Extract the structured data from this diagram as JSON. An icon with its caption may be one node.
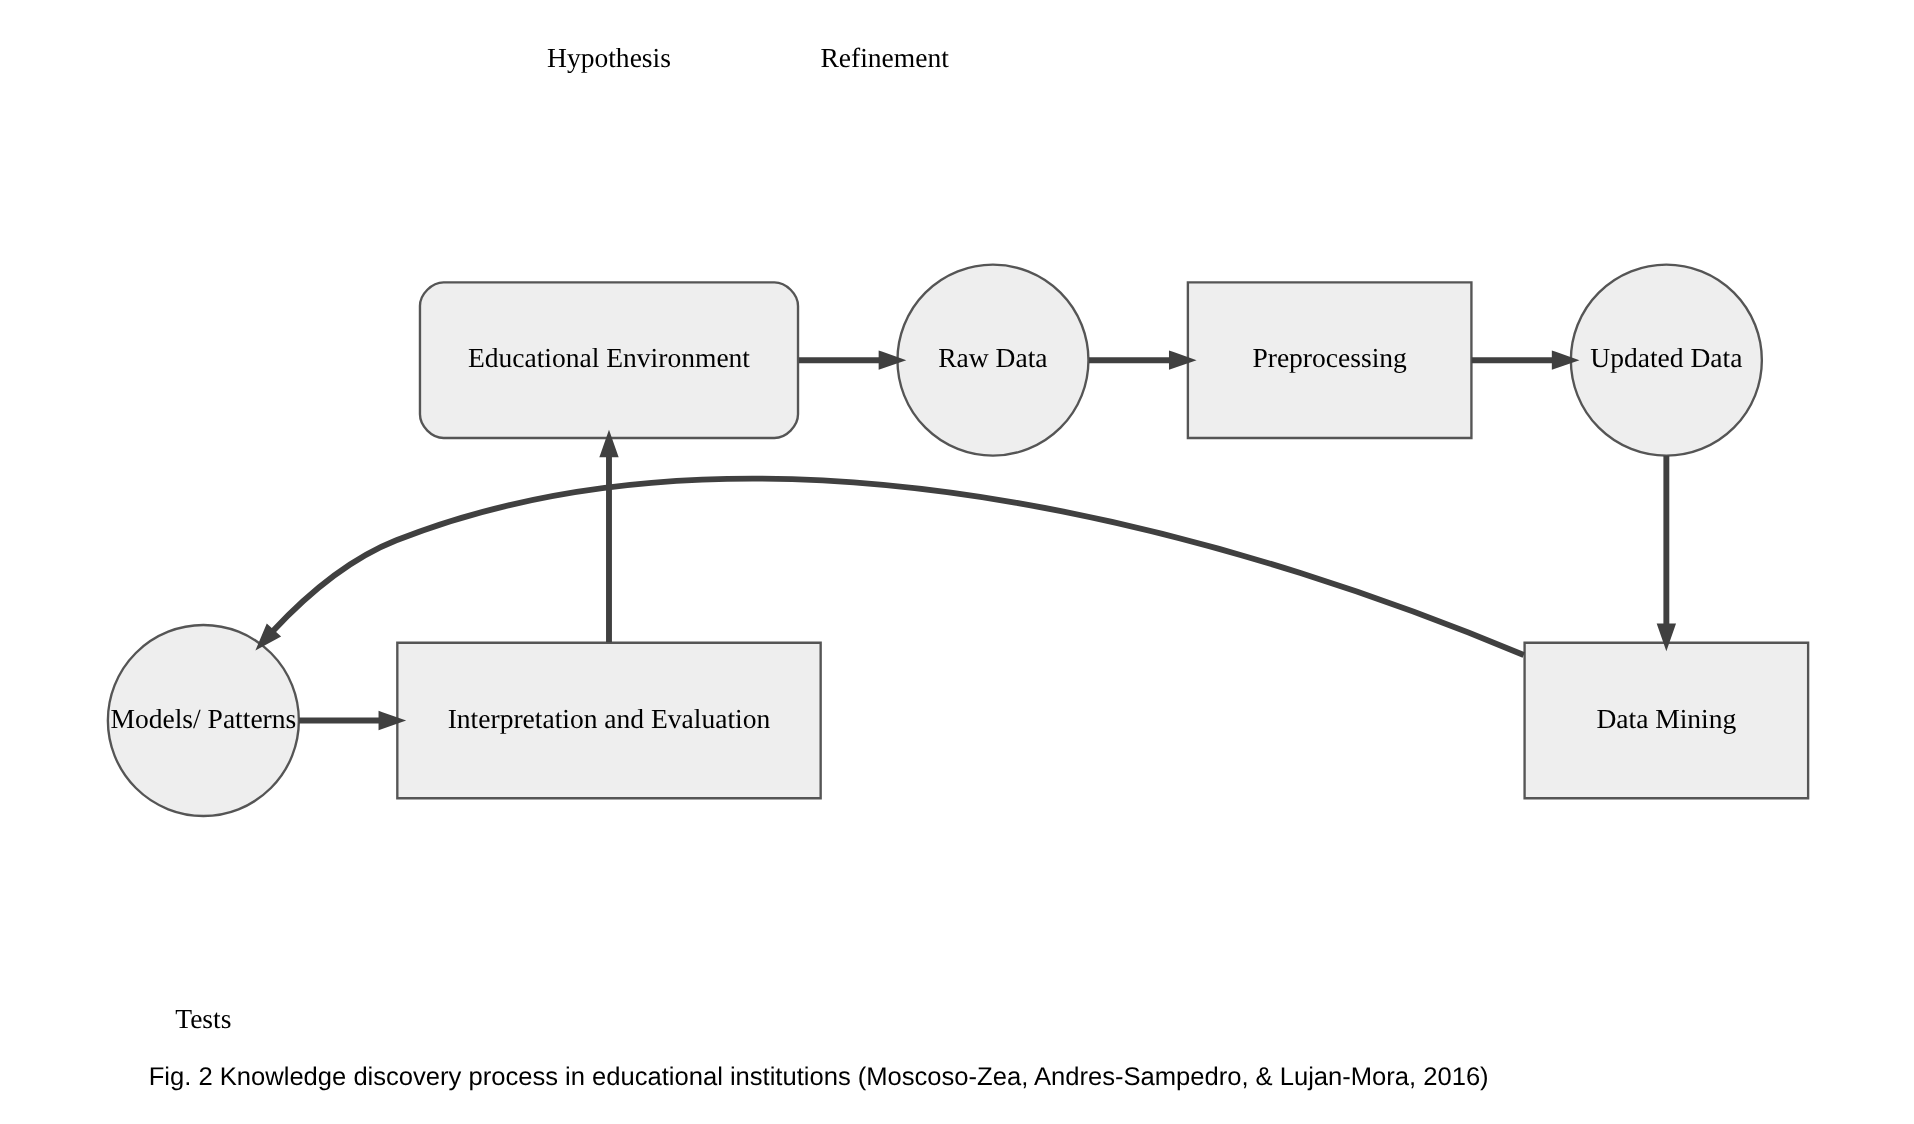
{
  "diagram": {
    "caption": "Fig. 2 Knowledge discovery process in educational institutions (Moscoso-Zea, Andres-Sampedro, & Lujan-Mora, 2016)",
    "nodes": [
      {
        "text": [
          "Educational Environment"
        ]
      },
      {
        "text": [
          "Raw Data"
        ]
      },
      {
        "text": [
          "Preprocessing"
        ]
      },
      {
        "text": [
          "Updated Data"
        ]
      },
      {
        "text": [
          "Data Mining"
        ]
      },
      {
        "text": [
          "Models/ Patterns"
        ]
      },
      {
        "text": [
          "Interpretation and Evaluation"
        ]
      }
    ],
    "edges": [
      {
        "from": 0,
        "to": 1,
        "arrow": "to"
      },
      {
        "from": 1,
        "to": 2,
        "arrow": "to"
      },
      {
        "from": 2,
        "to": 3,
        "arrow": "to"
      },
      {
        "from": 3,
        "to": 4,
        "arrow": "to"
      },
      {
        "from": 4,
        "to": 5,
        "arrow": "to"
      },
      {
        "from": 5,
        "to": 6,
        "arrow": "to"
      },
      {
        "from": 6,
        "to": 0,
        "arrow": "to"
      }
    ],
    "labels": [
      "Hypothesis",
      "Refinement",
      "Tests"
    ]
  }
}
